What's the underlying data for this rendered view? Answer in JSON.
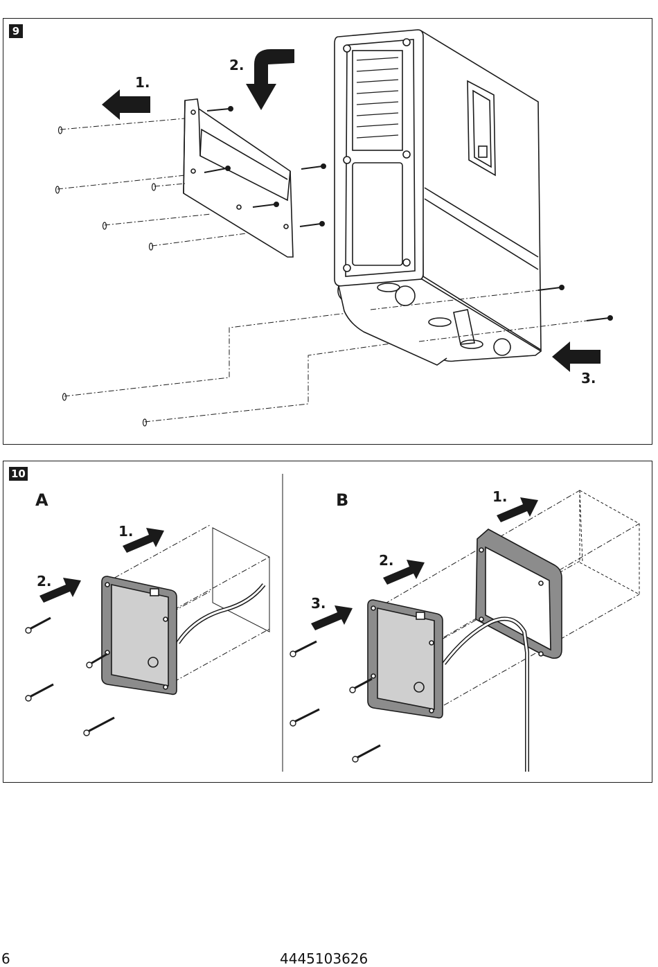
{
  "figures": [
    {
      "number": "9",
      "steps": [
        "1.",
        "2.",
        "3."
      ]
    },
    {
      "number": "10",
      "variants": [
        {
          "label": "A",
          "steps": [
            "1.",
            "2."
          ]
        },
        {
          "label": "B",
          "steps": [
            "1.",
            "2.",
            "3."
          ]
        }
      ]
    }
  ],
  "footer": {
    "page_number": "6",
    "document_number": "4445103626"
  },
  "colors": {
    "line": "#1a1a1a",
    "fill_gray": "#cfcfcf",
    "frame_gray": "#8c8c8c"
  }
}
